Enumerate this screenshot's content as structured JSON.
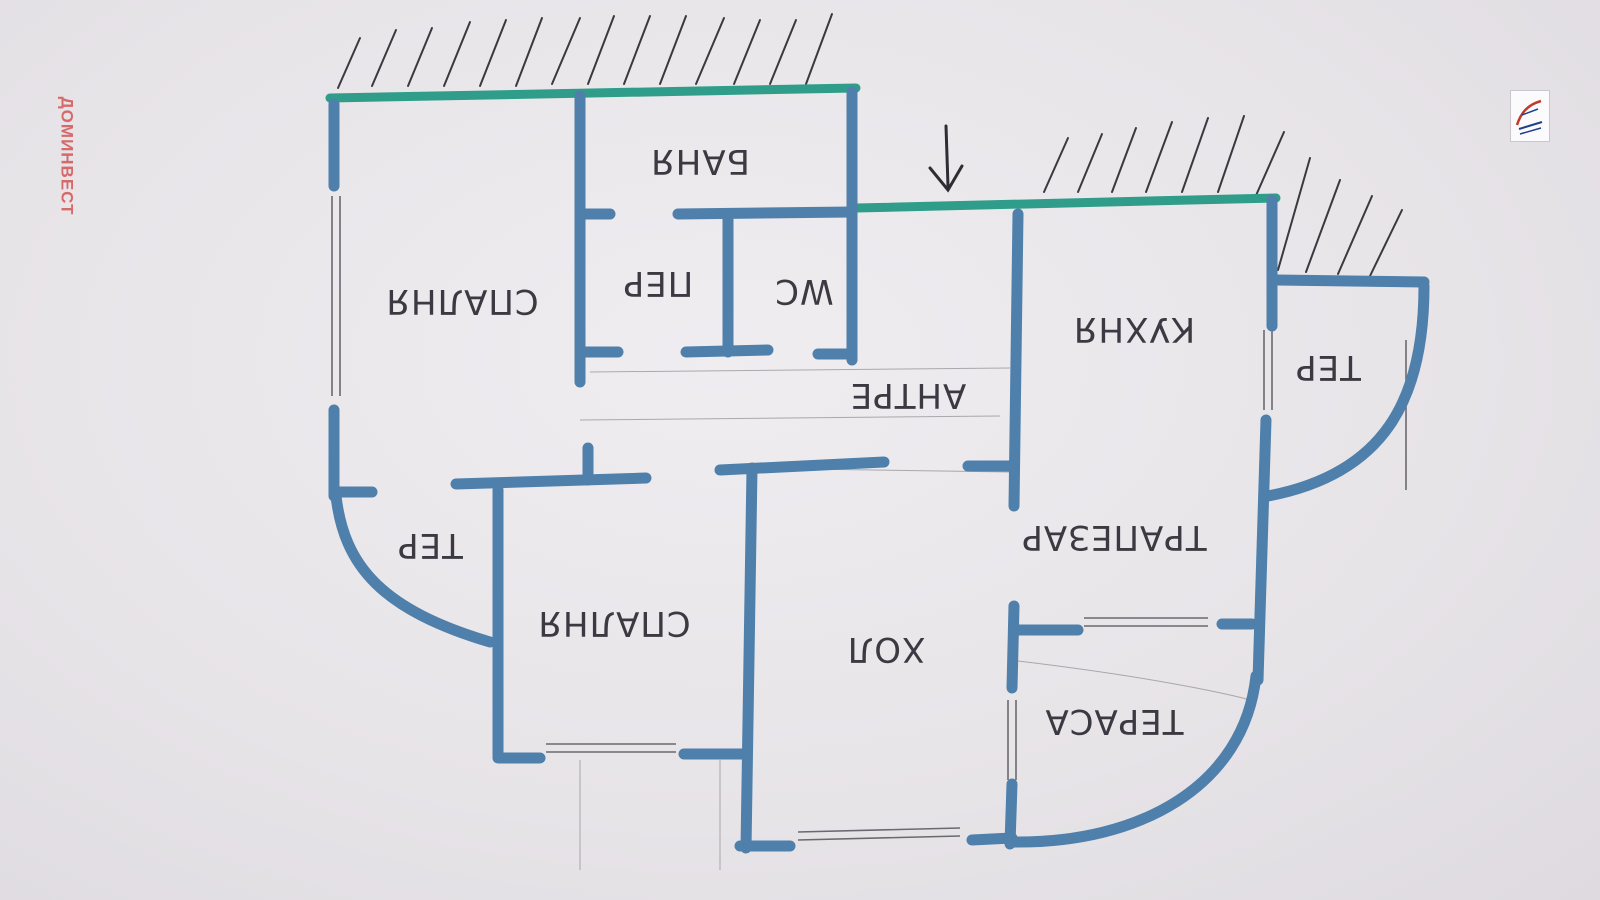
{
  "watermark": "ДОМИНВЕСТ",
  "logo": "лого ДОМИНВЕСТ",
  "rooms": {
    "banya": "БАНЯ",
    "spalnya_top": "СПАЛНЯ",
    "per": "ПЕР",
    "wc": "WC",
    "kuhnya": "КУХНЯ",
    "ter_right": "ТЕР",
    "antre": "АНТРЕ",
    "trapezar": "ТРАПЕЗАР",
    "ter_left": "ТЕР",
    "spalnya_bottom": "СПАЛНЯ",
    "hol": "ХОЛ",
    "terasa": "ТЕРАСА"
  },
  "colors": {
    "wall": "#4f7fab",
    "party_wall": "#2f9d89",
    "pencil": "#6b6870",
    "hatch": "#3a3940"
  },
  "icons": [
    "entrance-arrow-icon"
  ]
}
